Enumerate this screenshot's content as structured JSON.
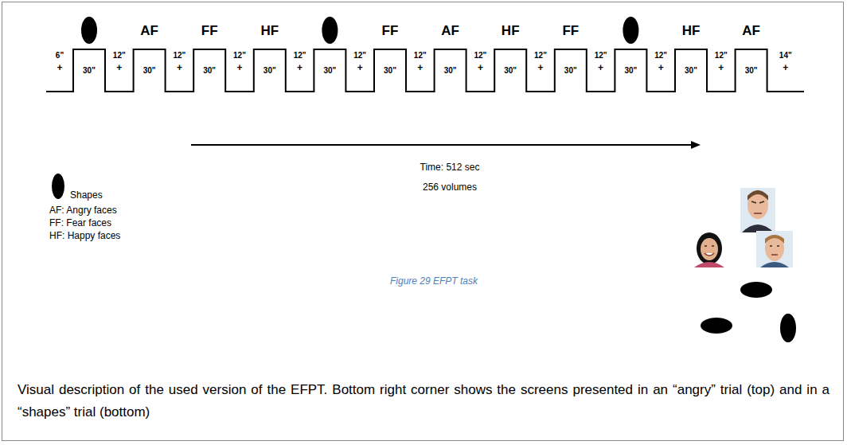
{
  "diagram": {
    "caption": "Figure 29 EFPT task",
    "labels": [
      "6\"",
      "+",
      "30\"",
      "12\"",
      "+",
      "AF",
      "30\"",
      "12\"",
      "+",
      "FF",
      "30\"",
      "12\"",
      "+",
      "HF",
      "30\"",
      "12\"",
      "+",
      "30\"",
      "12\"",
      "+",
      "FF",
      "30\"",
      "12\"",
      "+",
      "AF",
      "30\"",
      "12\"",
      "+",
      "HF",
      "30\"",
      "12\"",
      "+",
      "FF",
      "30\"",
      "12\"",
      "+",
      "30\"",
      "12\"",
      "+",
      "HF",
      "30\"",
      "12\"",
      "+",
      "AF",
      "30\"",
      "14\"",
      "+",
      "Time: 512 sec",
      "256 volumes",
      "Visual description of the used version of the EFPT. Bottom right corner shows the screens presented in an “angry” trial (top) and in a “shapes” trial (bottom)"
    ],
    "legend": [
      {
        "text": "Shapes"
      },
      {
        "text": "AF: Angry faces"
      },
      {
        "text": "FF: Fear faces"
      },
      {
        "text": "HF: Happy faces"
      }
    ]
  }
}
